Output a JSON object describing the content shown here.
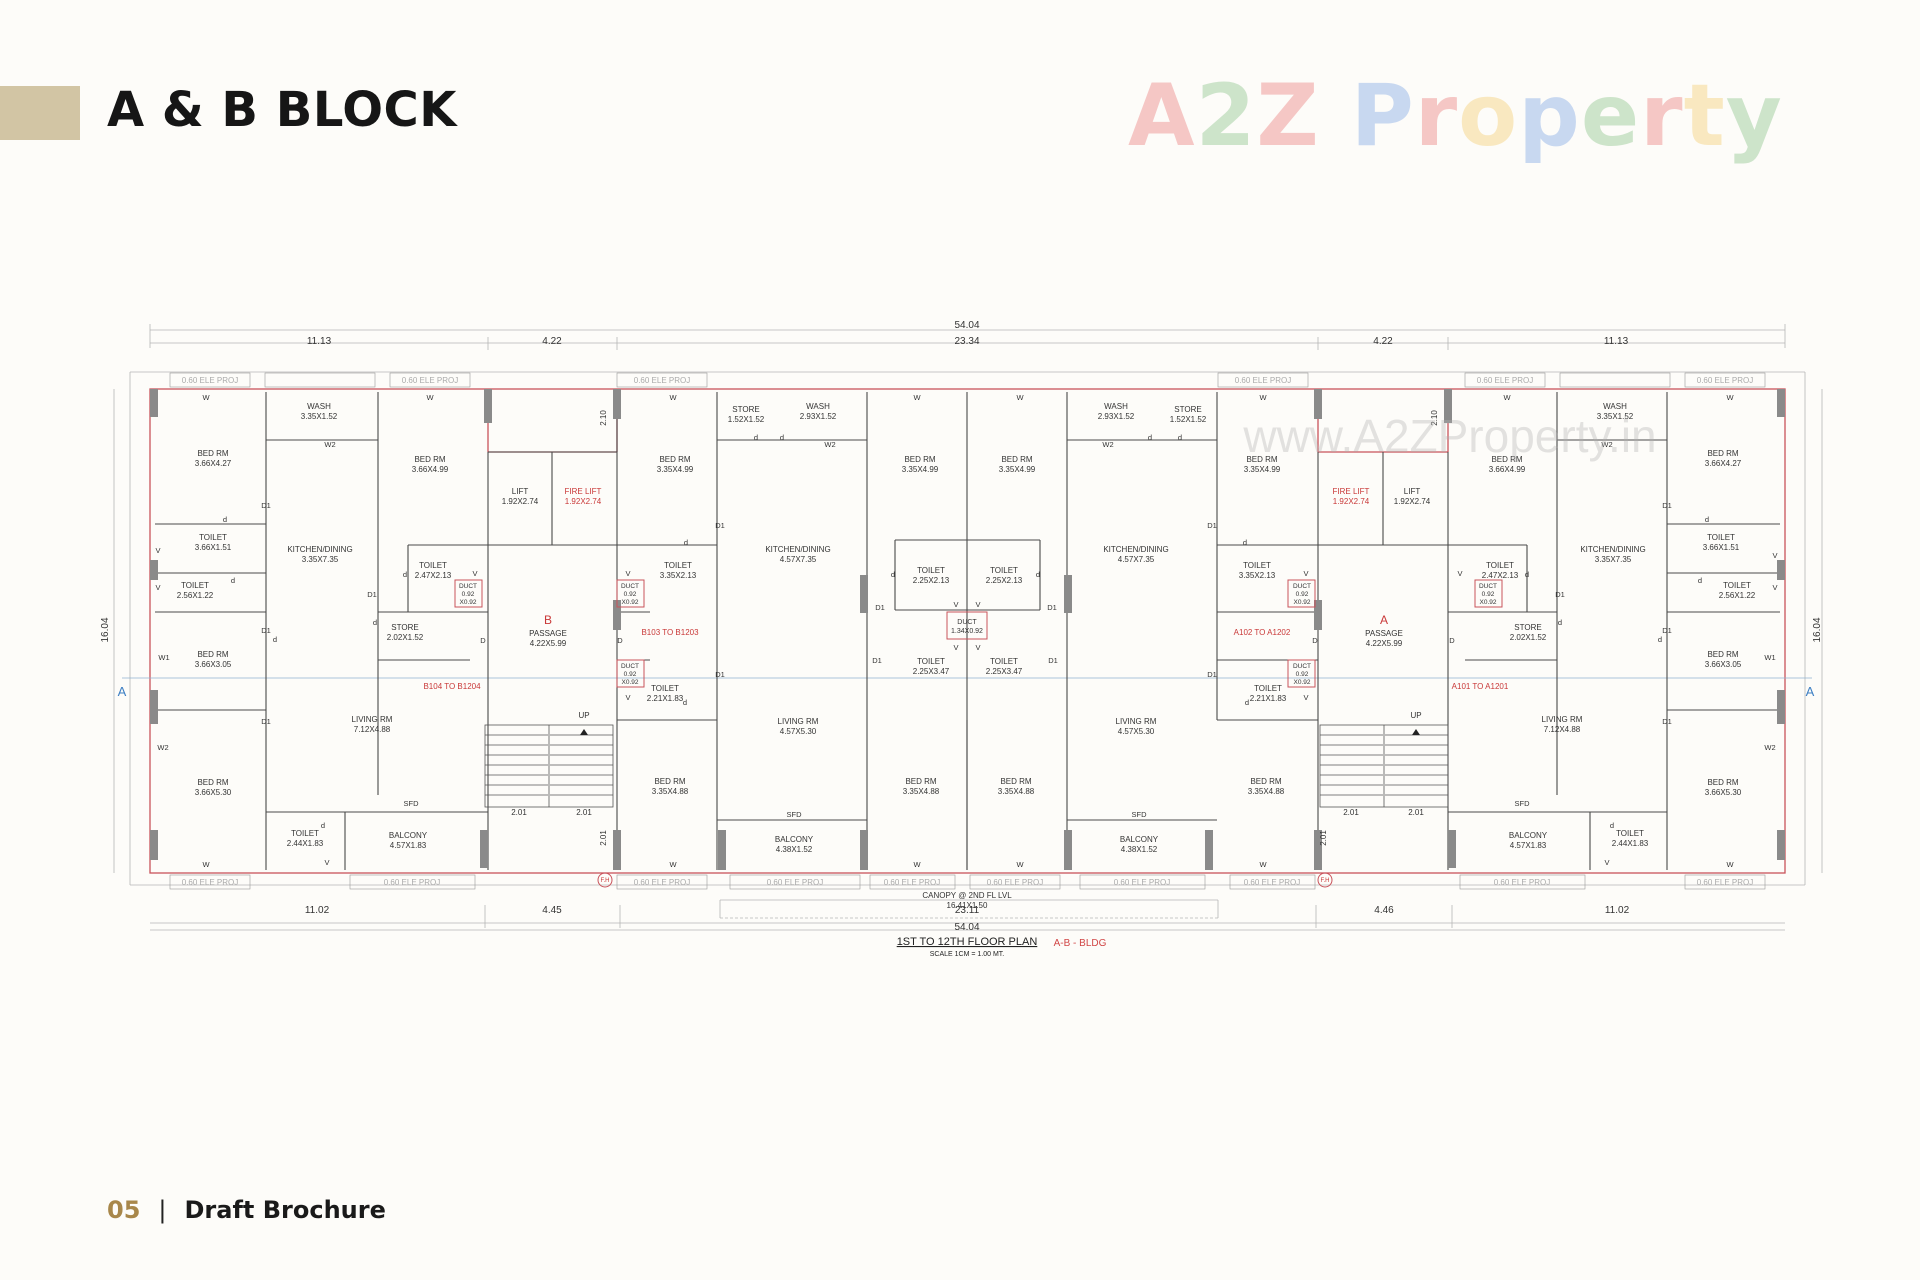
{
  "page": {
    "title": "A & B BLOCK"
  },
  "watermark": {
    "logo": "A2Z Property",
    "url": "www.A2ZProperty.in"
  },
  "footer": {
    "page_number": "05",
    "separator": "|",
    "label": "Draft Brochure"
  },
  "plan": {
    "dims_top": {
      "overall": "54.04",
      "d1": "11.13",
      "d2": "4.22",
      "d3": "23.34",
      "d4": "4.22",
      "d5": "11.13"
    },
    "dims_bottom": {
      "overall": "54.04",
      "d1": "11.02",
      "d2": "4.45",
      "d3": "23.11",
      "d4": "4.46",
      "d5": "11.02"
    },
    "dims_side": {
      "left": "16.04",
      "right": "16.04"
    },
    "section_marks": {
      "left": "A",
      "right": "A"
    },
    "title": "1ST TO 12TH FLOOR PLAN",
    "scale": "SCALE 1CM = 1.00 MT.",
    "bldg": "A-B - BLDG",
    "canopy_1": "CANOPY @ 2ND FL LVL",
    "canopy_2": "16.41X1.50",
    "cores": {
      "b_letter": "B",
      "b_passage_name": "PASSAGE",
      "b_passage_dim": "4.22X5.99",
      "b_lift_name": "LIFT",
      "b_lift_dim": "1.92X2.74",
      "b_firelift_name": "FIRE LIFT",
      "b_firelift_dim": "1.92X2.74",
      "a_letter": "A",
      "a_passage_name": "PASSAGE",
      "a_passage_dim": "4.22X5.99",
      "a_lift_name": "LIFT",
      "a_lift_dim": "1.92X2.74",
      "a_firelift_name": "FIRE LIFT",
      "a_firelift_dim": "1.92X2.74",
      "up": "UP",
      "stair_dim": "2.01",
      "shaft_dim": "2.10"
    },
    "unit_tags": {
      "b104": "B104 TO B1204",
      "b103": "B103 TO B1203",
      "a102": "A102 TO A1202",
      "a101": "A101 TO A1201"
    },
    "rooms": {
      "u1_bed1_n": "BED RM",
      "u1_bed1_d": "3.66X4.27",
      "u1_wash_n": "WASH",
      "u1_wash_d": "3.35X1.52",
      "u1_bed2_n": "BED RM",
      "u1_bed2_d": "3.66X4.99",
      "u1_toi1_n": "TOILET",
      "u1_toi1_d": "3.66X1.51",
      "u1_kit_n": "KITCHEN/DINING",
      "u1_kit_d": "3.35X7.35",
      "u1_toi2_n": "TOILET",
      "u1_toi2_d": "2.47X2.13",
      "u1_toi3_n": "TOILET",
      "u1_toi3_d": "2.56X1.22",
      "u1_store_n": "STORE",
      "u1_store_d": "2.02X1.52",
      "u1_bed3_n": "BED RM",
      "u1_bed3_d": "3.66X3.05",
      "u1_liv_n": "LIVING RM",
      "u1_liv_d": "7.12X4.88",
      "u1_bed4_n": "BED RM",
      "u1_bed4_d": "3.66X5.30",
      "u1_toi4_n": "TOILET",
      "u1_toi4_d": "2.44X1.83",
      "u1_bal_n": "BALCONY",
      "u1_bal_d": "4.57X1.83",
      "u2_bed1_n": "BED RM",
      "u2_bed1_d": "3.35X4.99",
      "u2_store_n": "STORE",
      "u2_store_d": "1.52X1.52",
      "u2_wash_n": "WASH",
      "u2_wash_d": "2.93X1.52",
      "u2_toi1_n": "TOILET",
      "u2_toi1_d": "3.35X2.13",
      "u2_kit_n": "KITCHEN/DINING",
      "u2_kit_d": "4.57X7.35",
      "u2_toi2_n": "TOILET",
      "u2_toi2_d": "2.21X1.83",
      "u2_liv_n": "LIVING RM",
      "u2_liv_d": "4.57X5.30",
      "u2_bed2_n": "BED RM",
      "u2_bed2_d": "3.35X4.88",
      "u2_bal_n": "BALCONY",
      "u2_bal_d": "4.38X1.52",
      "c_bed1_n": "BED RM",
      "c_bed1_d": "3.35X4.99",
      "c_bed2_n": "BED RM",
      "c_bed2_d": "3.35X4.99",
      "c_toi1_n": "TOILET",
      "c_toi1_d": "2.25X2.13",
      "c_toi2_n": "TOILET",
      "c_toi2_d": "2.25X2.13",
      "c_duct_n": "DUCT",
      "c_duct_d": "1.34X0.92",
      "c_toi3_n": "TOILET",
      "c_toi3_d": "2.25X3.47",
      "c_toi4_n": "TOILET",
      "c_toi4_d": "2.25X3.47",
      "c_bed3_n": "BED RM",
      "c_bed3_d": "3.35X4.88",
      "c_bed4_n": "BED RM",
      "c_bed4_d": "3.35X4.88",
      "u3_wash_n": "WASH",
      "u3_wash_d": "2.93X1.52",
      "u3_store_n": "STORE",
      "u3_store_d": "1.52X1.52",
      "u3_bed1_n": "BED RM",
      "u3_bed1_d": "3.35X4.99",
      "u3_kit_n": "KITCHEN/DINING",
      "u3_kit_d": "4.57X7.35",
      "u3_toi1_n": "TOILET",
      "u3_toi1_d": "3.35X2.13",
      "u3_toi2_n": "TOILET",
      "u3_toi2_d": "2.21X1.83",
      "u3_liv_n": "LIVING RM",
      "u3_liv_d": "4.57X5.30",
      "u3_bed2_n": "BED RM",
      "u3_bed2_d": "3.35X4.88",
      "u3_bal_n": "BALCONY",
      "u3_bal_d": "4.38X1.52",
      "u4_bed1_n": "BED RM",
      "u4_bed1_d": "3.66X4.99",
      "u4_wash_n": "WASH",
      "u4_wash_d": "3.35X1.52",
      "u4_bed2_n": "BED RM",
      "u4_bed2_d": "3.66X4.27",
      "u4_toi1_n": "TOILET",
      "u4_toi1_d": "2.47X2.13",
      "u4_kit_n": "KITCHEN/DINING",
      "u4_kit_d": "3.35X7.35",
      "u4_toi2_n": "TOILET",
      "u4_toi2_d": "3.66X1.51",
      "u4_toi3_n": "TOILET",
      "u4_toi3_d": "2.56X1.22",
      "u4_store_n": "STORE",
      "u4_store_d": "2.02X1.52",
      "u4_bed3_n": "BED RM",
      "u4_bed3_d": "3.66X3.05",
      "u4_liv_n": "LIVING RM",
      "u4_liv_d": "7.12X4.88",
      "u4_bed4_n": "BED RM",
      "u4_bed4_d": "3.66X5.30",
      "u4_bal_n": "BALCONY",
      "u4_bal_d": "4.57X1.83",
      "u4_toi4_n": "TOILET",
      "u4_toi4_d": "2.44X1.83"
    },
    "duct_label": "DUCT",
    "duct_dim_1": "0.92",
    "duct_dim_2": "X0.92",
    "proj_label": "0.60 ELE PROJ",
    "door_label": "D",
    "door1_label": "D1",
    "win_label": "W",
    "win2_label": "W2",
    "win1_label": "W1",
    "vent_label": "V",
    "dry_label": "d",
    "sfd_label": "SFD",
    "fh_label": "F.H"
  }
}
